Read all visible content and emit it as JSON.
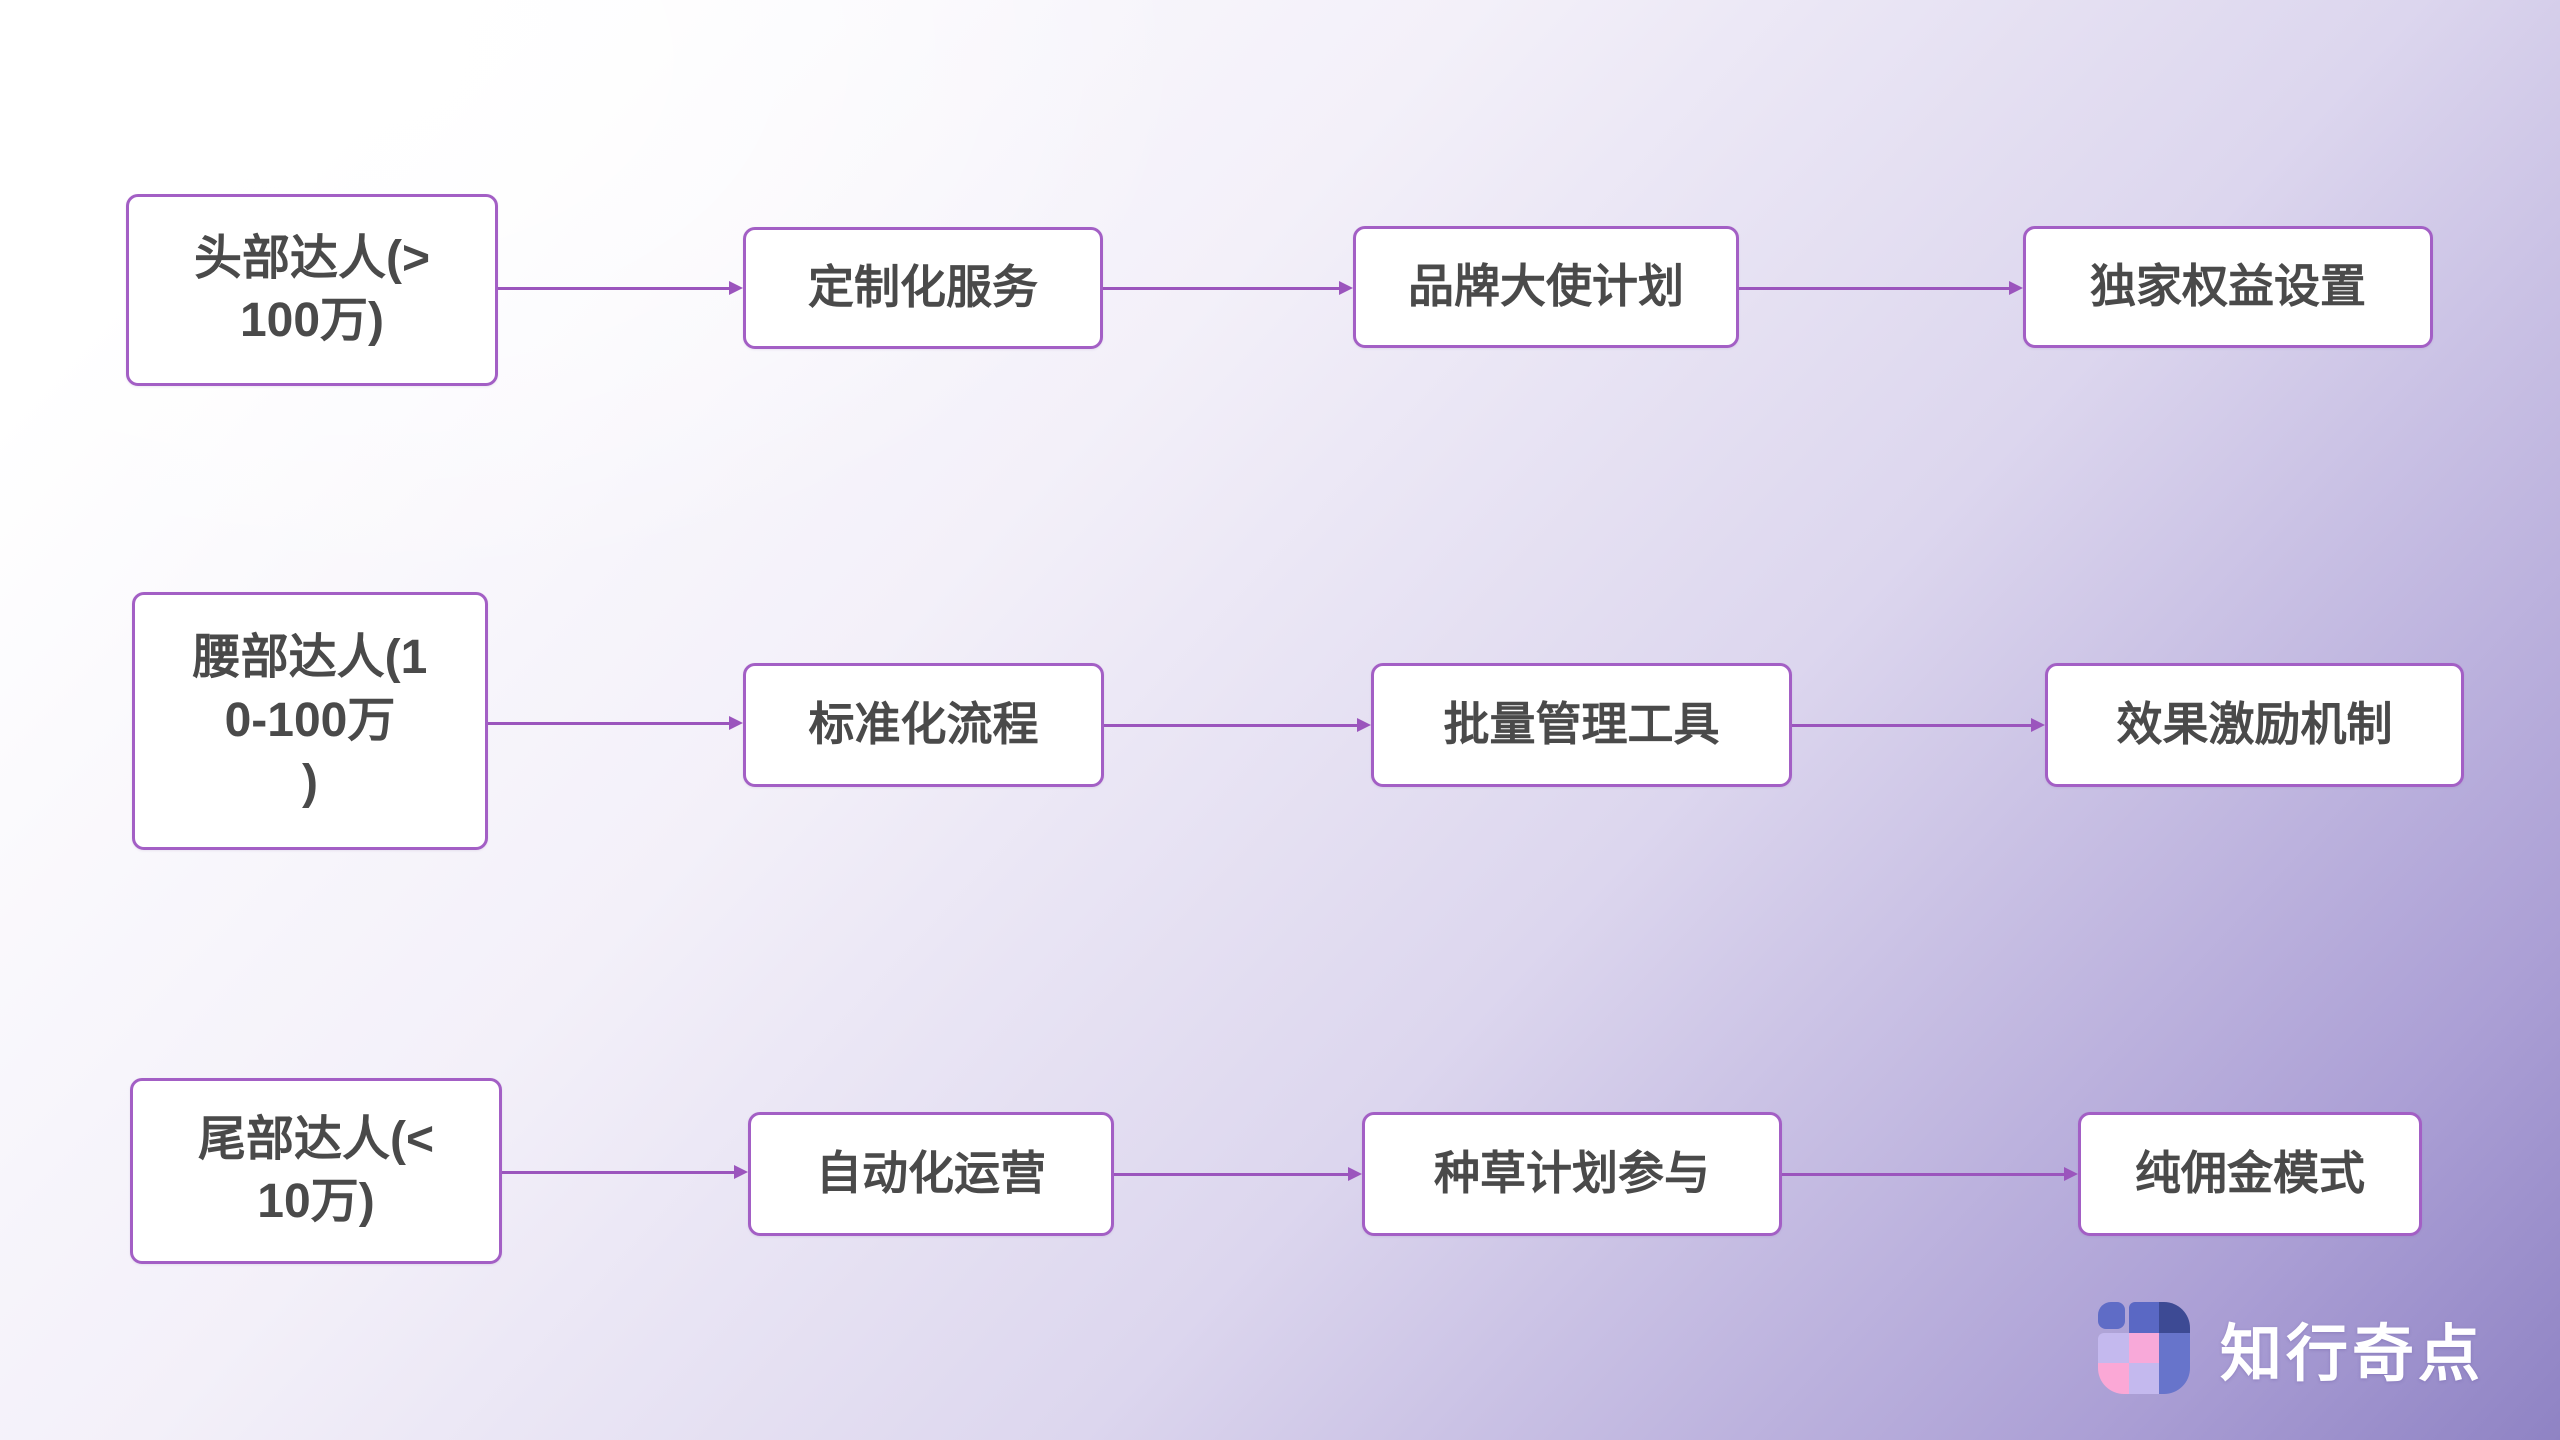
{
  "theme": {
    "box_border": "#a35fc5",
    "box_bg": "#ffffff",
    "box_text": "#4a4a4a",
    "arrow": "#9b55bd",
    "logo_text": "#ffffff",
    "background_from": "#ffffff",
    "background_to": "#8f83c4"
  },
  "flowchart": {
    "rows": [
      {
        "tier": {
          "label": "头部达人(>100万)",
          "display": "头部达人(>\n100万)"
        },
        "steps": [
          "定制化服务",
          "品牌大使计划",
          "独家权益设置"
        ]
      },
      {
        "tier": {
          "label": "腰部达人(10-100万)",
          "display": "腰部达人(1\n0-100万\n)"
        },
        "steps": [
          "标准化流程",
          "批量管理工具",
          "效果激励机制"
        ]
      },
      {
        "tier": {
          "label": "尾部达人(<10万)",
          "display": "尾部达人(<\n10万)"
        },
        "steps": [
          "自动化运营",
          "种草计划参与",
          "纯佣金模式"
        ]
      }
    ]
  },
  "logo": {
    "text": "知行奇点",
    "icon": {
      "name": "zhixing-qidian-logo-icon",
      "tiles": {
        "detached": "#5f6cc6",
        "top_mid": "#5a68c4",
        "top_right": "#3d4a94",
        "mid_left": "#c4b9ee",
        "center": "#f8a9d9",
        "mid_right": "#6774cb",
        "bottom_left": "#fba8d6",
        "bottom_mid": "#c4b9ee",
        "bottom_right": "#6774cb"
      }
    }
  }
}
